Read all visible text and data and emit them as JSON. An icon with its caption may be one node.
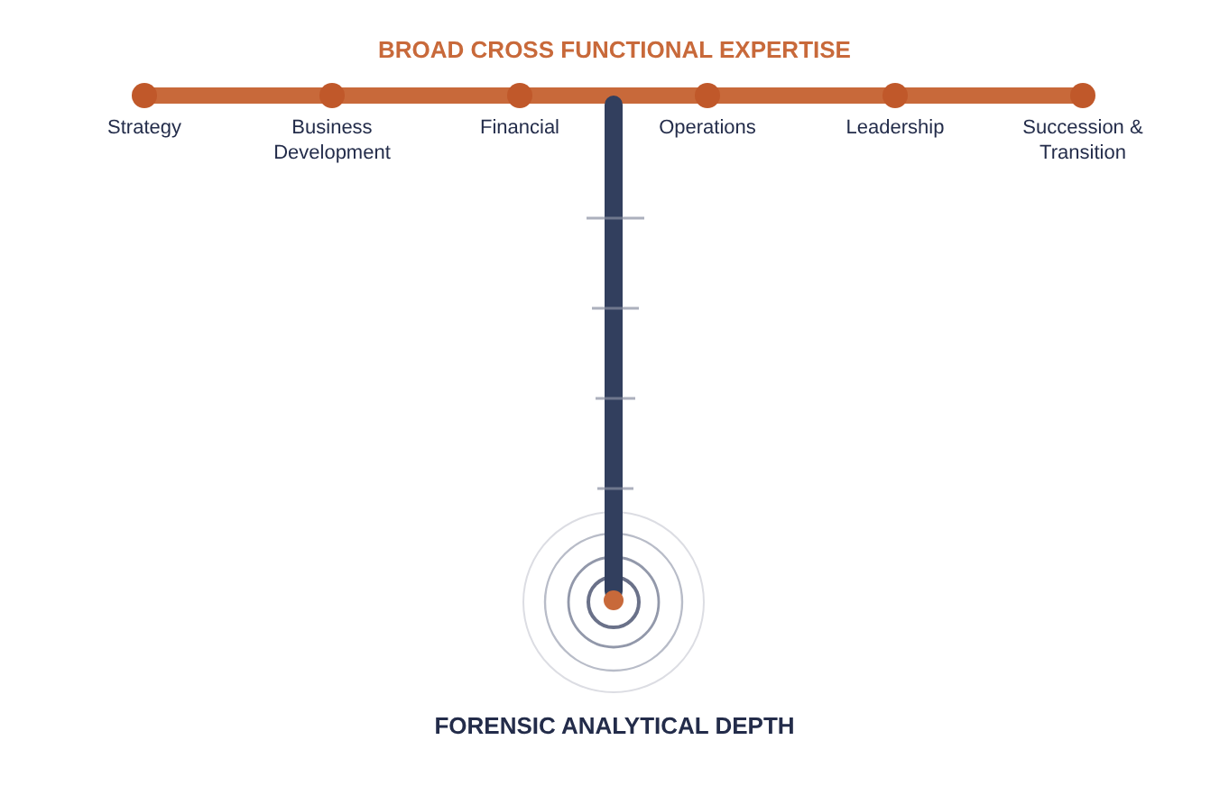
{
  "diagram": {
    "title": "BROAD CROSS FUNCTIONAL EXPERTISE",
    "caption": "FORENSIC ANALYTICAL DEPTH",
    "labels": [
      "Strategy",
      "Business Development",
      "Financial",
      "Operations",
      "Leadership",
      "Succession & Transition"
    ]
  }
}
